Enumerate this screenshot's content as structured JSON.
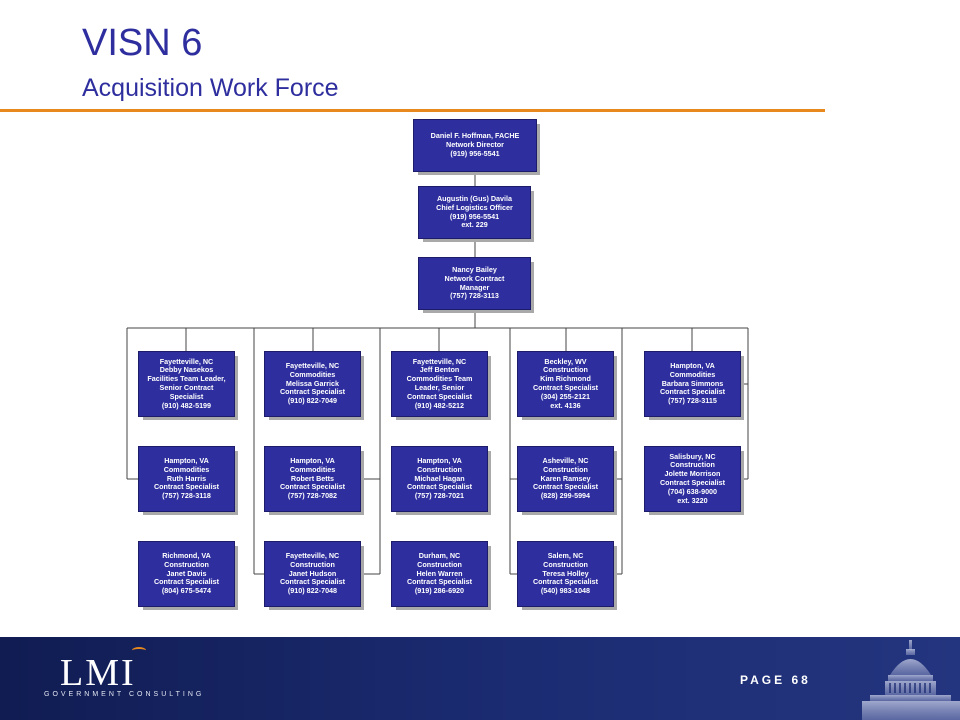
{
  "slide": {
    "title": "VISN 6",
    "subtitle": "Acquisition Work Force"
  },
  "org": {
    "director": "Daniel F. Hoffman, FACHE\nNetwork Director\n(919) 956-5541",
    "logistics": "Augustin (Gus) Davila\nChief Logistics Officer\n(919) 956-5541\next. 229",
    "manager": "Nancy Bailey\nNetwork Contract\nManager\n(757) 728-3113",
    "columns": [
      [
        "Fayetteville, NC\nDebby Nasekos\nFacilities Team Leader,\nSenior Contract\nSpecialist\n(910) 482-5199",
        "Hampton, VA\nCommodities\nRuth Harris\nContract Specialist\n(757) 728-3118",
        "Richmond, VA\nConstruction\nJanet Davis\nContract Specialist\n(804) 675-5474"
      ],
      [
        "Fayetteville, NC\nCommodities\nMelissa Garrick\nContract Specialist\n(910) 822-7049",
        "Hampton, VA\nCommodities\nRobert Betts\nContract Specialist\n(757) 728-7082",
        "Fayetteville, NC\nConstruction\nJanet Hudson\nContract Specialist\n(910) 822-7048"
      ],
      [
        "Fayetteville, NC\nJeff Benton\nCommodities Team\nLeader, Senior\nContract Specialist\n(910) 482-5212",
        "Hampton, VA\nConstruction\nMichael Hagan\nContract Specialist\n(757) 728-7021",
        "Durham, NC\nConstruction\nHelen Warren\nContract Specialist\n(919) 286-6920"
      ],
      [
        "Beckley, WV\nConstruction\nKim Richmond\nContract Specialist\n(304) 255-2121\next. 4136",
        "Asheville, NC\nConstruction\nKaren Ramsey\nContract Specialist\n(828) 299-5994",
        "Salem, NC\nConstruction\nTeresa Holley\nContract Specialist\n(540) 983-1048"
      ],
      [
        "Hampton, VA\nCommodities\nBarbara Simmons\nContract Specialist\n(757) 728-3115",
        "Salisbury, NC\nConstruction\nJolette Morrison\nContract Specialist\n(704) 638-9000\next. 3220"
      ]
    ]
  },
  "footer": {
    "logo": "LMI",
    "tagline": "GOVERNMENT CONSULTING",
    "page_label": "PAGE 68"
  },
  "colors": {
    "box": "#2e2e9f",
    "accent": "#e8891d",
    "footer": "#1c2c73"
  }
}
